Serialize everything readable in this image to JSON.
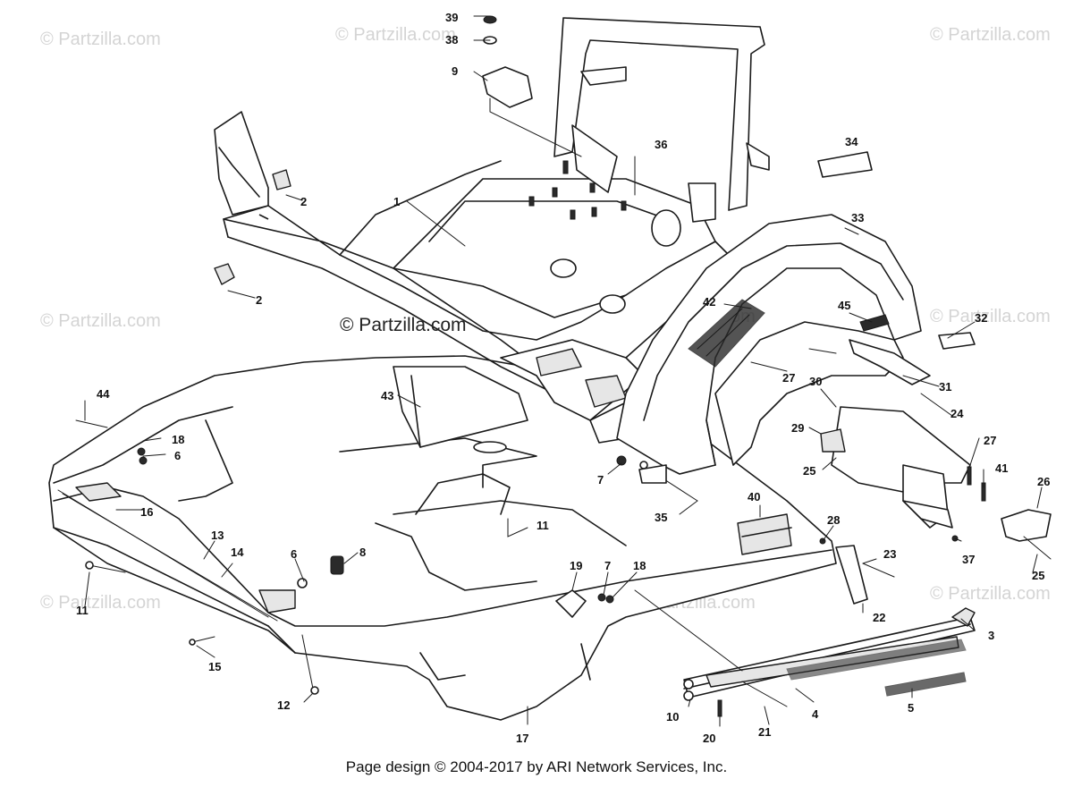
{
  "watermark": "© Partzilla.com",
  "center_watermark": "© Partzilla.com",
  "footer": "Page design © 2004-2017 by ARI Network Services, Inc.",
  "callouts": [
    "39",
    "38",
    "9",
    "36",
    "34",
    "2",
    "1",
    "2",
    "33",
    "42",
    "45",
    "32",
    "43",
    "27",
    "31",
    "44",
    "18",
    "6",
    "30",
    "24",
    "29",
    "27",
    "25",
    "7",
    "41",
    "26",
    "16",
    "11",
    "35",
    "40",
    "28",
    "37",
    "13",
    "14",
    "6",
    "8",
    "23",
    "25",
    "11",
    "19",
    "7",
    "18",
    "22",
    "3",
    "15",
    "12",
    "10",
    "20",
    "21",
    "4",
    "5",
    "17"
  ]
}
